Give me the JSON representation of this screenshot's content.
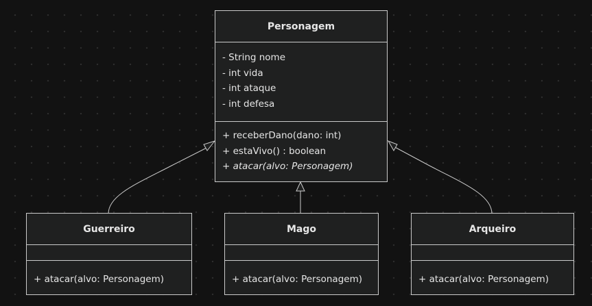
{
  "classes": {
    "personagem": {
      "name": "Personagem",
      "attributes": [
        "- String nome",
        "- int vida",
        "- int ataque",
        "- int defesa"
      ],
      "methods": [
        "+ receberDano(dano: int)",
        "+ estaVivo() : boolean"
      ],
      "abstract_method": "+ atacar(alvo: Personagem)"
    },
    "guerreiro": {
      "name": "Guerreiro",
      "method": "+ atacar(alvo: Personagem)"
    },
    "mago": {
      "name": "Mago",
      "method": "+ atacar(alvo: Personagem)"
    },
    "arqueiro": {
      "name": "Arqueiro",
      "method": "+ atacar(alvo: Personagem)"
    }
  },
  "relations": [
    {
      "from": "Guerreiro",
      "to": "Personagem",
      "type": "inheritance"
    },
    {
      "from": "Mago",
      "to": "Personagem",
      "type": "inheritance"
    },
    {
      "from": "Arqueiro",
      "to": "Personagem",
      "type": "inheritance"
    }
  ],
  "colors": {
    "background": "#121212",
    "box_fill": "#1f2020",
    "stroke": "#cccccc",
    "text": "#e6e6e6"
  }
}
